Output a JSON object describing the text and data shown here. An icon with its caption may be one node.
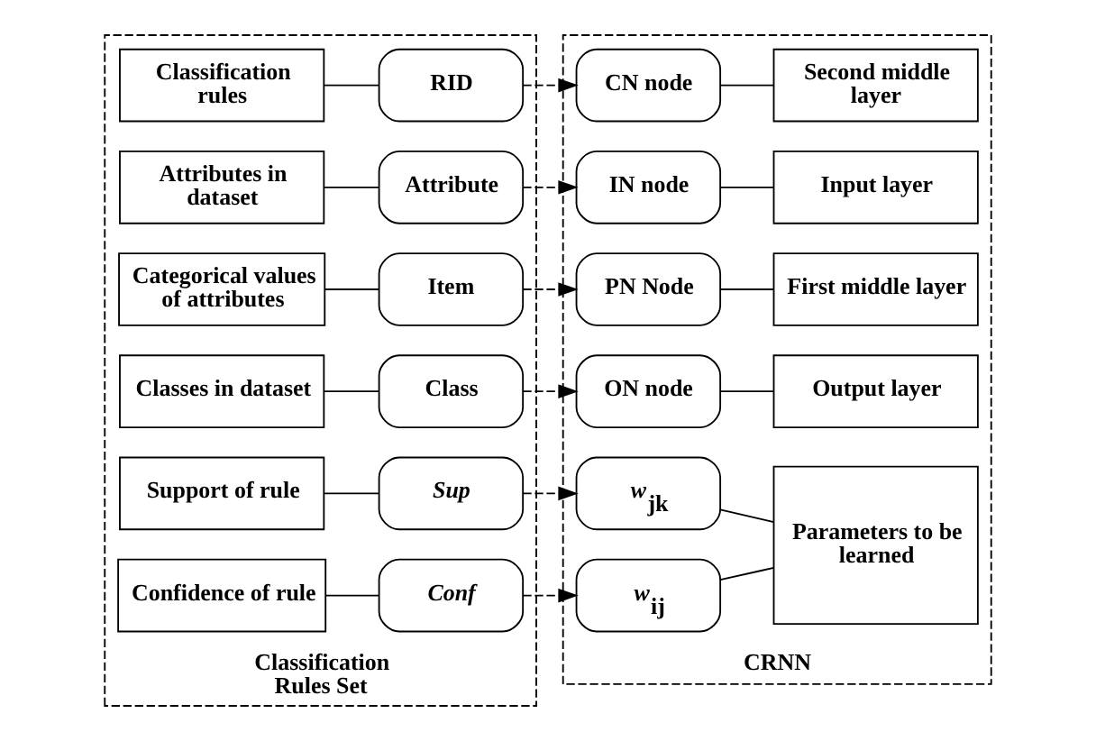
{
  "diagram": {
    "nodes": [
      {
        "text": [
          "Classification Rules Set"
        ]
      },
      {
        "text": [
          "Classification rules"
        ],
        "in": 0
      },
      {
        "text": [
          "RID"
        ],
        "in": 0
      },
      {
        "text": [
          "Attributes in dataset"
        ],
        "in": 0
      },
      {
        "text": [
          "Attribute"
        ],
        "in": 0
      },
      {
        "text": [
          "Categorical values of attributes"
        ],
        "in": 0
      },
      {
        "text": [
          "Item"
        ],
        "in": 0
      },
      {
        "text": [
          "Classes in dataset"
        ],
        "in": 0
      },
      {
        "text": [
          "Class"
        ],
        "in": 0
      },
      {
        "text": [
          "Support of rule"
        ],
        "in": 0
      },
      {
        "text": [
          "Sup"
        ],
        "in": 0
      },
      {
        "text": [
          "Confidence of rule"
        ],
        "in": 0
      },
      {
        "text": [
          "Conf"
        ],
        "in": 0
      },
      {
        "text": [
          "CRNN"
        ]
      },
      {
        "text": [
          "CN node"
        ],
        "in": 13
      },
      {
        "text": [
          "Second middle layer"
        ],
        "in": 13
      },
      {
        "text": [
          "IN node"
        ],
        "in": 13
      },
      {
        "text": [
          "Input layer"
        ],
        "in": 13
      },
      {
        "text": [
          "PN Node"
        ],
        "in": 13
      },
      {
        "text": [
          "First middle layer"
        ],
        "in": 13
      },
      {
        "text": [
          "ON node"
        ],
        "in": 13
      },
      {
        "text": [
          "Output layer"
        ],
        "in": 13
      },
      {
        "text": [
          "*w*$_{jk}$"
        ],
        "in": 13
      },
      {
        "text": [
          "*w*$_{ij}$"
        ],
        "in": 13
      },
      {
        "text": [
          "Parameters to be learned"
        ],
        "in": 13
      }
    ],
    "edges": [
      {
        "from": 1,
        "to": 2,
        "arrow": "none"
      },
      {
        "from": 3,
        "to": 4,
        "arrow": "none"
      },
      {
        "from": 5,
        "to": 6,
        "arrow": "none"
      },
      {
        "from": 7,
        "to": 8,
        "arrow": "none"
      },
      {
        "from": 9,
        "to": 10,
        "arrow": "none"
      },
      {
        "from": 11,
        "to": 12,
        "arrow": "none"
      },
      {
        "from": 2,
        "to": 14,
        "arrow": "to",
        "style": "dashed"
      },
      {
        "from": 4,
        "to": 16,
        "arrow": "to",
        "style": "dashed"
      },
      {
        "from": 6,
        "to": 18,
        "arrow": "to",
        "style": "dashed"
      },
      {
        "from": 8,
        "to": 20,
        "arrow": "to",
        "style": "dashed"
      },
      {
        "from": 10,
        "to": 22,
        "arrow": "to",
        "style": "dashed"
      },
      {
        "from": 12,
        "to": 23,
        "arrow": "to",
        "style": "dashed"
      },
      {
        "from": 14,
        "to": 15,
        "arrow": "none"
      },
      {
        "from": 16,
        "to": 17,
        "arrow": "none"
      },
      {
        "from": 18,
        "to": 19,
        "arrow": "none"
      },
      {
        "from": 20,
        "to": 21,
        "arrow": "none"
      },
      {
        "from": 22,
        "to": 24,
        "arrow": "none"
      },
      {
        "from": 23,
        "to": 24,
        "arrow": "none"
      }
    ]
  }
}
